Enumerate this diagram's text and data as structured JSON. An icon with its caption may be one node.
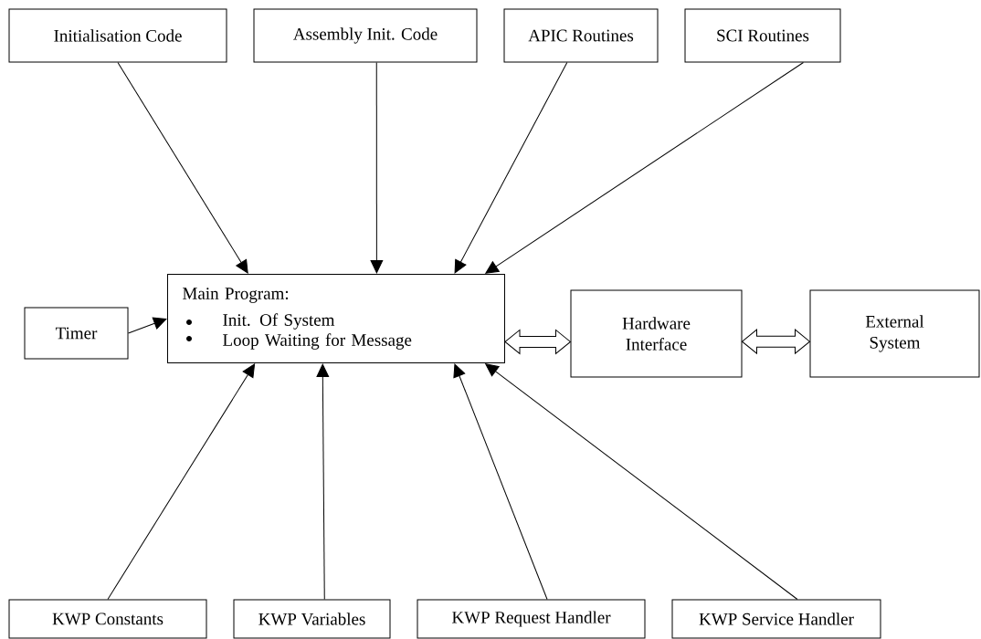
{
  "diagram": {
    "nodes": [
      {
        "text": [
          "Initialisation Code"
        ]
      },
      {
        "text": [
          "Assembly Init. Code"
        ]
      },
      {
        "text": [
          "APIC Routines"
        ]
      },
      {
        "text": [
          "SCI Routines"
        ]
      },
      {
        "text": [
          "Main Program:",
          "Init. Of System",
          "Loop Waiting for Message"
        ]
      },
      {
        "text": [
          "Timer"
        ]
      },
      {
        "text": [
          "Hardware Interface"
        ]
      },
      {
        "text": [
          "External System"
        ]
      },
      {
        "text": [
          "KWP Constants"
        ]
      },
      {
        "text": [
          "KWP Variables"
        ]
      },
      {
        "text": [
          "KWP Request Handler"
        ]
      },
      {
        "text": [
          "KWP Service Handler"
        ]
      }
    ],
    "edges": [
      {
        "from": 0,
        "to": 4,
        "arrow": "to"
      },
      {
        "from": 1,
        "to": 4,
        "arrow": "to"
      },
      {
        "from": 2,
        "to": 4,
        "arrow": "to"
      },
      {
        "from": 3,
        "to": 4,
        "arrow": "to"
      },
      {
        "from": 5,
        "to": 4,
        "arrow": "to"
      },
      {
        "from": 4,
        "to": 6,
        "arrow": "both"
      },
      {
        "from": 6,
        "to": 7,
        "arrow": "both"
      },
      {
        "from": 8,
        "to": 4,
        "arrow": "to"
      },
      {
        "from": 9,
        "to": 4,
        "arrow": "to"
      },
      {
        "from": 10,
        "to": 4,
        "arrow": "to"
      },
      {
        "from": 11,
        "to": 4,
        "arrow": "to"
      }
    ]
  }
}
